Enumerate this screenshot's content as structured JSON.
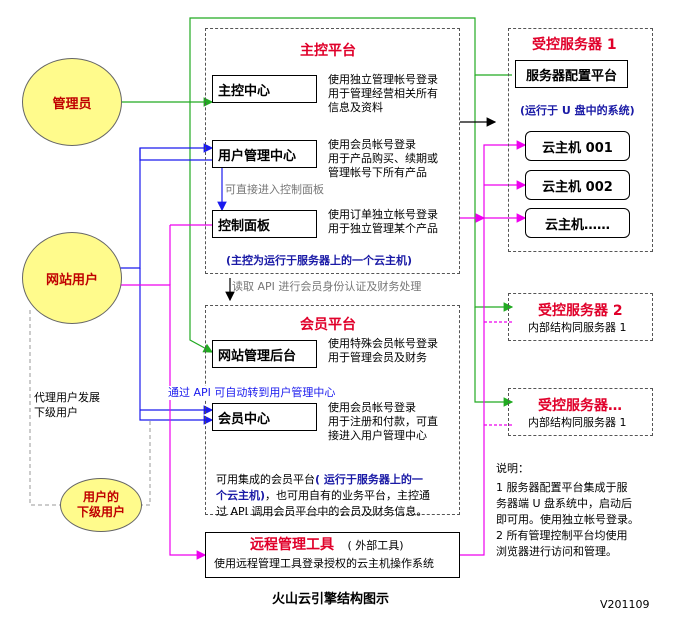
{
  "actors": {
    "admin": "管理员",
    "site_user": "网站用户",
    "sub_user": "用户的\n下级用户"
  },
  "master_platform": {
    "title": "主控平台",
    "control_center": {
      "label": "主控中心",
      "desc": "使用独立管理帐号登录\n用于管理经营相关所有\n信息及资料"
    },
    "user_center": {
      "label": "用户管理中心",
      "desc": "使用会员帐号登录\n用于产品购买、续期或\n管理帐号下所有产品"
    },
    "control_panel": {
      "label": "控制面板",
      "desc": "使用订单独立帐号登录\n用于独立管理某个产品"
    },
    "direct_entry": "可直接进入控制面板",
    "note": "(主控为运行于服务器上的一个云主机)"
  },
  "read_api": "读取 API 进行会员身份认证及财务处理",
  "member_platform": {
    "title": "会员平台",
    "site_admin": {
      "label": "网站管理后台",
      "desc": "使用特殊会员帐号登录\n用于管理会员及财务"
    },
    "api_jump": "通过 API 可自动转到用户管理中心",
    "member_center": {
      "label": "会员中心",
      "desc": "使用会员帐号登录\n用于注册和付款，可直\n接进入用户管理中心"
    },
    "body_prefix": "可用集成的会员平台",
    "body_highlight": "( 运行于服务器上的一\n个云主机)",
    "body_suffix": "，也可用自有的业务平台，主控通\n过 API 调用会员平台中的会员及财务信息。"
  },
  "agent_label": "代理用户发展\n下级用户",
  "remote_tool": {
    "title": "远程管理工具",
    "tag": "( 外部工具)",
    "desc": "使用远程管理工具登录授权的云主机操作系统"
  },
  "server1": {
    "title": "受控服务器 1",
    "config": "服务器配置平台",
    "note": "(运行于 U 盘中的系统)",
    "hosts": [
      "云主机 001",
      "云主机 002",
      "云主机……"
    ]
  },
  "server2": {
    "title": "受控服务器 2",
    "desc": "内部结构同服务器 1"
  },
  "server3": {
    "title": "受控服务器…",
    "desc": "内部结构同服务器 1"
  },
  "notes": {
    "heading": "说明：",
    "item1": "1 服务器配置平台集成于服\n务器端 U 盘系统中，启动后\n即可用。使用独立帐号登录。",
    "item2": "2 所有管理控制平台均使用\n浏览器进行访问和管理。"
  },
  "footer": {
    "caption": "火山云引擎结构图示",
    "version": "V201109"
  },
  "colors": {
    "green": "#22aa22",
    "blue": "#1a1aee",
    "magenta": "#ee00ee",
    "red": "#c00000",
    "yellow": "#fffb8c"
  }
}
